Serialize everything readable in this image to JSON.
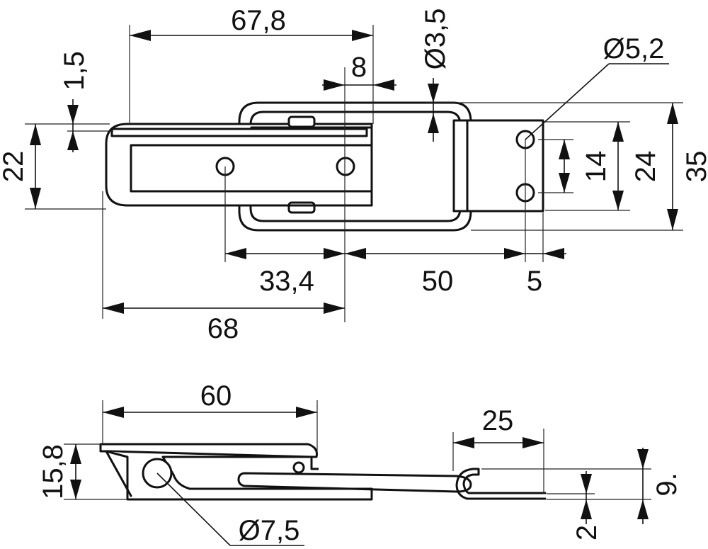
{
  "drawing": {
    "top_view": {
      "dimensions": {
        "overall_latch_length": "67,8",
        "slot_width": "8",
        "wire_diameter": "Ø3,5",
        "hole_diameter": "Ø5,2",
        "plate_thickness": "1,5",
        "latch_width": "22",
        "hole_spacing": "14",
        "plate_height": "24",
        "overall_height": "35",
        "hole_offset": "33,4",
        "hook_length": "50",
        "edge_distance": "5",
        "base_length": "68"
      }
    },
    "side_view": {
      "dimensions": {
        "lever_length": "60",
        "height": "15,8",
        "keeper_length": "25",
        "pin_diameter": "Ø7,5",
        "keeper_height": "9.",
        "keeper_thickness": "2"
      }
    }
  }
}
